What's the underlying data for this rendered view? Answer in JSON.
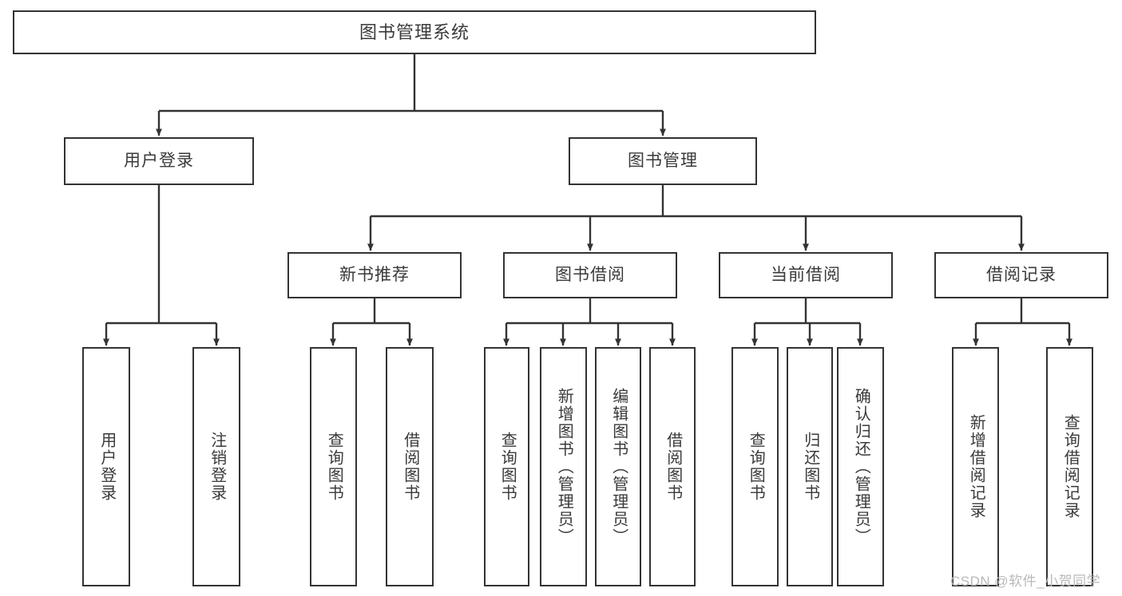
{
  "diagram": {
    "title": "图书管理系统",
    "type": "tree-hierarchy",
    "watermark": "CSDN @软件_小贺同学",
    "colors": {
      "box_border": "#333333",
      "box_fill": "#ffffff",
      "text": "#3a3a3a",
      "edge": "#333333",
      "watermark": "#b9b9b9",
      "background": "#ffffff"
    },
    "root": {
      "label": "图书管理系统"
    },
    "level2": [
      {
        "label": "用户登录"
      },
      {
        "label": "图书管理"
      }
    ],
    "level3": [
      {
        "label": "新书推荐"
      },
      {
        "label": "图书借阅"
      },
      {
        "label": "当前借阅"
      },
      {
        "label": "借阅记录"
      }
    ],
    "leaves": {
      "user_login": [
        {
          "label": "用户登录"
        },
        {
          "label": "注销登录"
        }
      ],
      "new_book_recommend": [
        {
          "label": "查询图书"
        },
        {
          "label": "借阅图书"
        }
      ],
      "book_borrow": [
        {
          "label": "查询图书"
        },
        {
          "label": "新增图书（管理员）"
        },
        {
          "label": "编辑图书（管理员）"
        },
        {
          "label": "借阅图书"
        }
      ],
      "current_borrow": [
        {
          "label": "查询图书"
        },
        {
          "label": "归还图书"
        },
        {
          "label": "确认归还（管理员）"
        }
      ],
      "borrow_record": [
        {
          "label": "新增借阅记录"
        },
        {
          "label": "查询借阅记录"
        }
      ]
    }
  }
}
